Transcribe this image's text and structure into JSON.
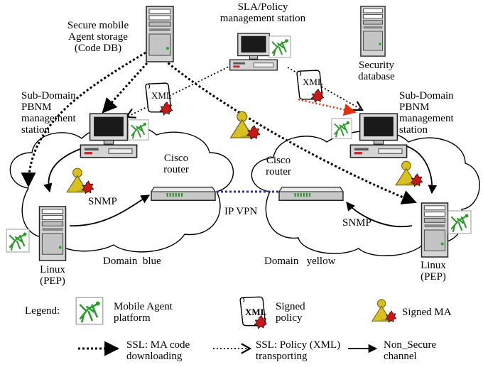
{
  "labels": {
    "code_db": [
      "Secure mobile",
      "Agent storage",
      "(Code DB)"
    ],
    "sla_station": [
      "SLA/Policy",
      "management station"
    ],
    "security_db": [
      "Security",
      "database"
    ],
    "left_station": [
      "Sub-Domain",
      "PBNM",
      "management",
      "station"
    ],
    "right_station": [
      "Sub-Domain",
      "PBNM",
      "management",
      "station"
    ],
    "xml_left": "XML",
    "xml_right": "XML",
    "left_router": [
      "Cisco",
      "router"
    ],
    "right_router": [
      "Cisco",
      "router"
    ],
    "snmp_left": "SNMP",
    "snmp_right": "SNMP",
    "ip_vpn": "IP VPN",
    "left_linux": [
      "Linux",
      "(PEP)"
    ],
    "right_linux": [
      "Linux",
      "(PEP)"
    ],
    "domain_blue": "Domain  blue",
    "domain_yellow": "Domain   yellow"
  },
  "legend": {
    "title": "Legend:",
    "platform": [
      "Mobile Agent",
      "platform"
    ],
    "policy_icon_text": "XML",
    "policy": [
      "Signed",
      "policy"
    ],
    "signed_ma": "Signed MA",
    "ssl_ma": [
      "SSL: MA code",
      "downloading"
    ],
    "ssl_policy": [
      "SSL: Policy (XML)",
      "transporting"
    ],
    "non_secure": [
      "Non_Secure",
      "channel"
    ]
  },
  "colors": {
    "ink": "#000000",
    "vpn_link": "#2b2bd9",
    "secure_highlight": "#e03010",
    "agent_green": "#2e9a2e",
    "agent_body": "#d8c020",
    "seal_red": "#c81818"
  }
}
